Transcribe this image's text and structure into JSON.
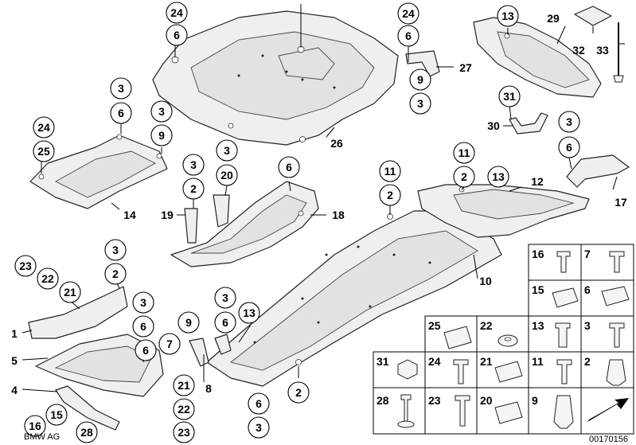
{
  "diagram": {
    "parts": {
      "underbody_panel_rear": "26",
      "underbody_panel_main": "10",
      "side_panel_right": "12",
      "heat_shield_top": "29",
      "bracket_27": "27",
      "bracket_30": "30",
      "bracket_17": "17",
      "shield_14": "14",
      "guard_18": "18",
      "bracket_19": "19",
      "part_1": "1",
      "part_5": "5",
      "part_4": "4",
      "part_8": "8",
      "part_32": "32",
      "part_33": "33"
    },
    "callouts": [
      "24",
      "6",
      "24",
      "6",
      "9",
      "3",
      "13",
      "3",
      "6",
      "24",
      "25",
      "3",
      "9",
      "3",
      "6",
      "3",
      "20",
      "3",
      "2",
      "6",
      "11",
      "2",
      "11",
      "2",
      "13",
      "3",
      "6",
      "23",
      "22",
      "21",
      "3",
      "2",
      "3",
      "6",
      "6",
      "7",
      "9",
      "3",
      "6",
      "13",
      "21",
      "22",
      "23",
      "6",
      "3",
      "2",
      "16",
      "15",
      "28",
      "31"
    ],
    "legend": [
      [
        "16",
        "7"
      ],
      [
        "15",
        "6"
      ],
      [
        "25",
        "22",
        "13",
        "3"
      ],
      [
        "31",
        "24",
        "21",
        "11",
        "2"
      ],
      [
        "28",
        "23",
        "20",
        "9"
      ]
    ]
  },
  "footer": {
    "brand": "BMW AG",
    "image_number": "00170156"
  }
}
